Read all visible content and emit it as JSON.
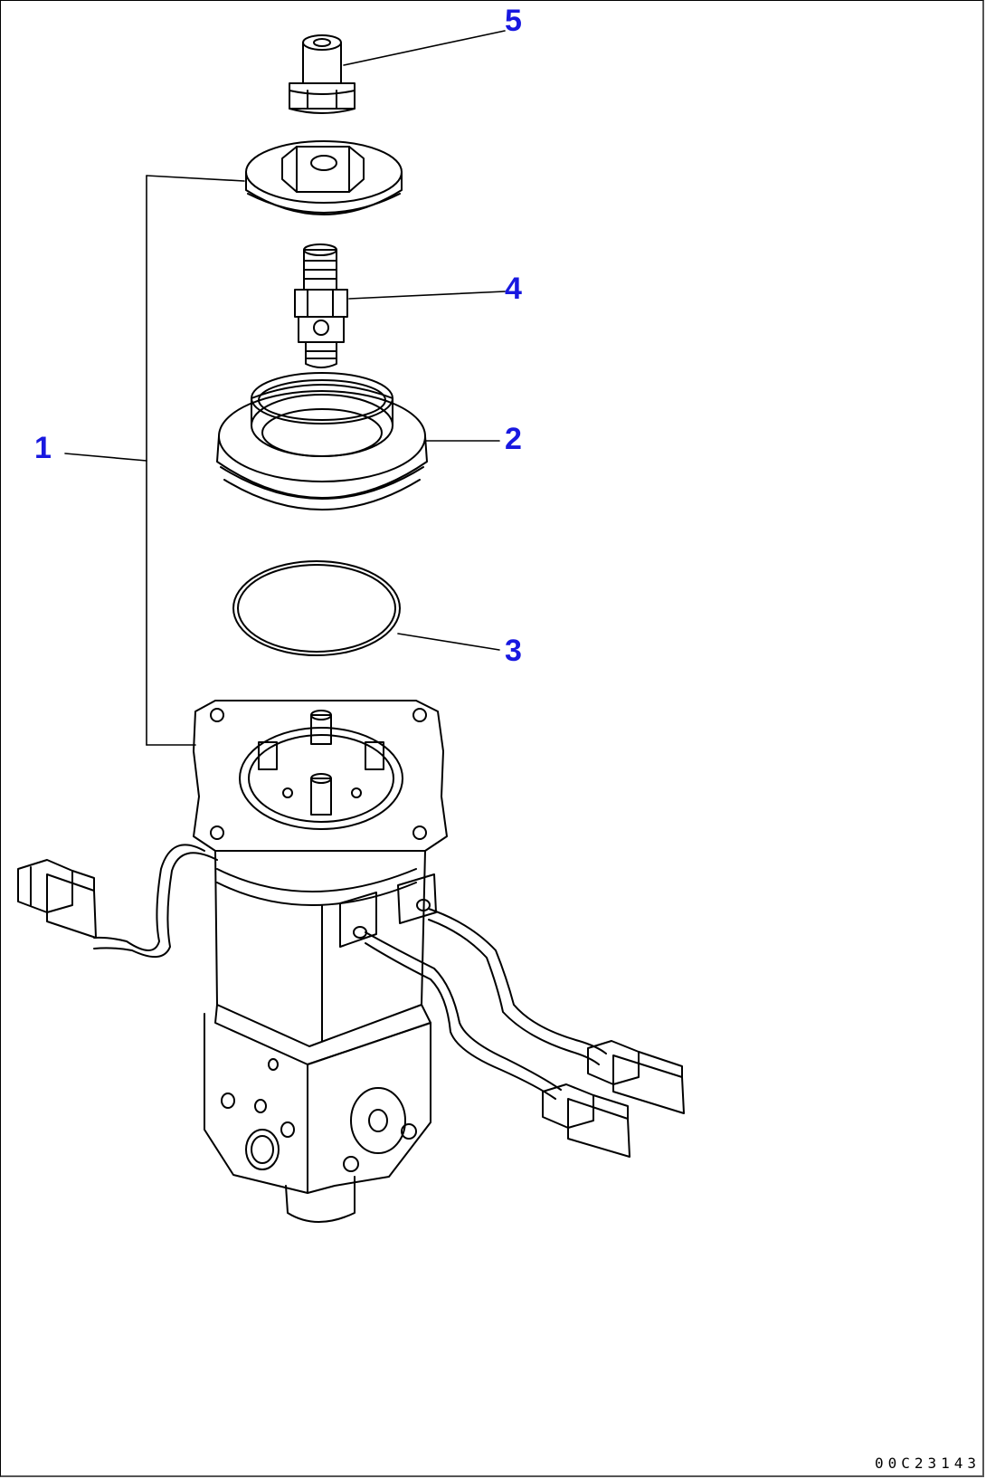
{
  "callouts": {
    "c1": "1",
    "c2": "2",
    "c3": "3",
    "c4": "4",
    "c5": "5"
  },
  "drawing_code": "00C23143",
  "colors": {
    "callout": "#1818e0",
    "line": "#000000",
    "background": "#ffffff"
  }
}
